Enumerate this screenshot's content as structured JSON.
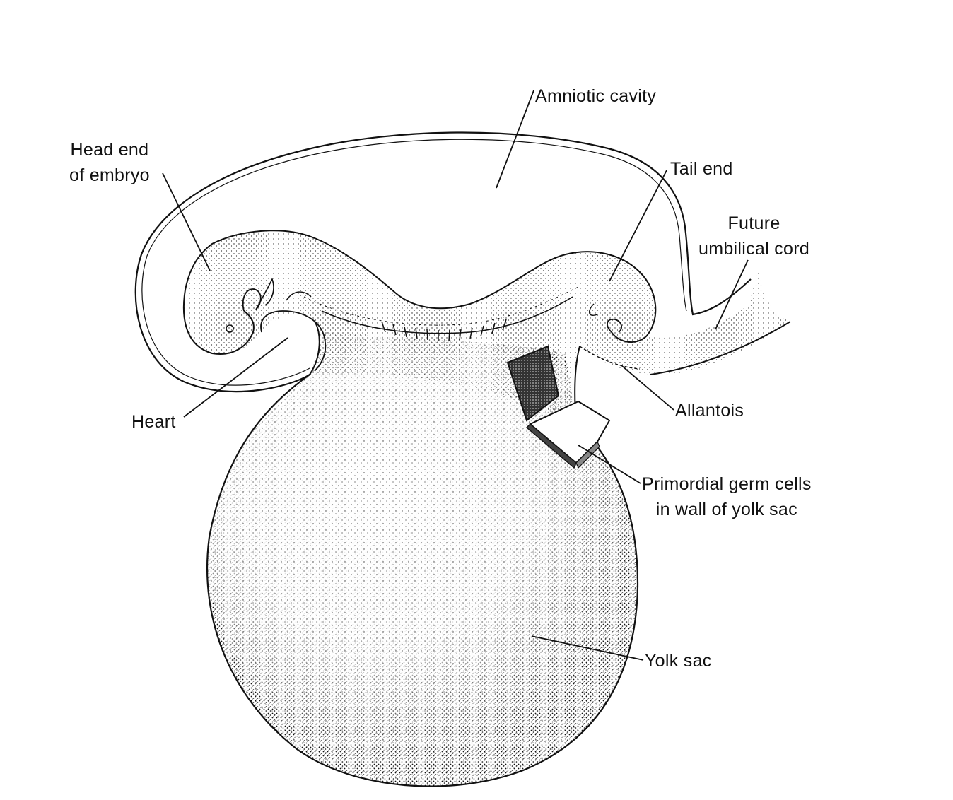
{
  "labels": {
    "amniotic_cavity": "Amniotic cavity",
    "head_end": [
      "Head end",
      "of embryo"
    ],
    "tail_end": "Tail end",
    "umbilical_cord": [
      "Future",
      "umbilical cord"
    ],
    "heart": "Heart",
    "allantois": "Allantois",
    "germ_cells": [
      "Primordial germ cells",
      "in wall of yolk sac"
    ],
    "yolk_sac": "Yolk sac"
  },
  "colors": {
    "ink": "#111111",
    "background": "#ffffff",
    "stipple": "#222222"
  }
}
